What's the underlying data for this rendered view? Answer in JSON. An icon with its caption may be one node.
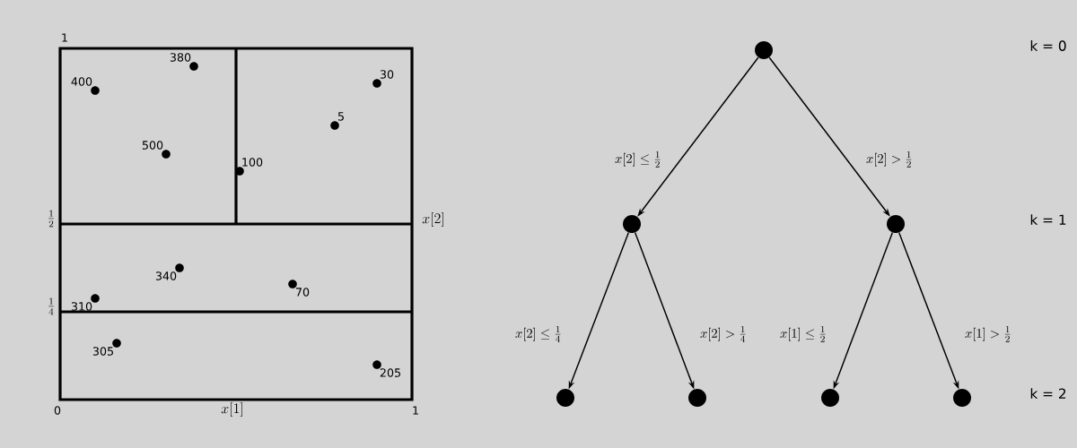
{
  "diagram": {
    "nodes": [
      {
        "text": [],
        "shape": "circle"
      },
      {
        "text": [],
        "shape": "circle"
      },
      {
        "text": [],
        "shape": "circle"
      },
      {
        "text": [],
        "shape": "circle"
      },
      {
        "text": [],
        "shape": "circle"
      },
      {
        "text": [],
        "shape": "circle"
      },
      {
        "text": [],
        "shape": "circle"
      }
    ],
    "edges": [
      {
        "from": 0,
        "to": 1,
        "arrow": "to",
        "label": "x[2] \\leq \\frac{1}{2}"
      },
      {
        "from": 0,
        "to": 2,
        "arrow": "to",
        "label": "x[2] > \\frac{1}{2}"
      },
      {
        "from": 1,
        "to": 3,
        "arrow": "to",
        "label": "x[2] \\leq \\frac{1}{4}"
      },
      {
        "from": 1,
        "to": 4,
        "arrow": "to",
        "label": "x[2] > \\frac{1}{4}"
      },
      {
        "from": 2,
        "to": 5,
        "arrow": "to",
        "label": "x[1] \\leq \\frac{1}{2}"
      },
      {
        "from": 2,
        "to": 6,
        "arrow": "to",
        "label": "x[1] > \\frac{1}{2}"
      }
    ],
    "labels": [
      "1",
      "380",
      "400",
      "30",
      "5",
      "500",
      "100",
      "\\frac{1}{2}",
      "x[2]",
      "340",
      "70",
      "\\frac{1}{4}",
      "310",
      "305",
      "205",
      "0",
      "x[1]",
      "1",
      "k = 0",
      "k = 1",
      "k = 2"
    ]
  }
}
